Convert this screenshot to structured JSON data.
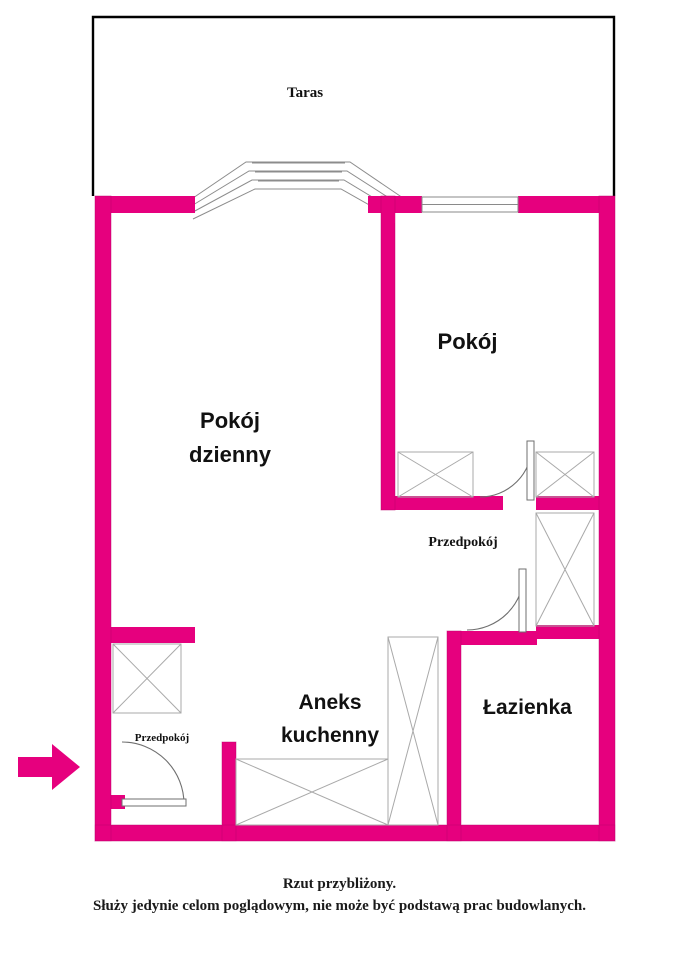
{
  "document": {
    "type": "floor-plan",
    "language": "pl"
  },
  "colors": {
    "wall": "#E6007E",
    "wall_edge": "#C4006B",
    "terrace_outline": "#000000",
    "fixture_line": "#9a9a9a",
    "door_line": "#6f6f6f",
    "text": "#111111",
    "background": "#FFFFFF",
    "entry_arrow": "#E6007E"
  },
  "rooms": [
    {
      "id": "taras",
      "label": "Taras"
    },
    {
      "id": "pokoj_dzienny",
      "label": "Pokój\ndzienny"
    },
    {
      "id": "pokoj",
      "label": "Pokój"
    },
    {
      "id": "przedpokoj_main",
      "label": "Przedpokój"
    },
    {
      "id": "przedpokoj_entry",
      "label": "Przedpokój"
    },
    {
      "id": "aneks_kuchenny",
      "label": "Aneks\nkuchenny"
    },
    {
      "id": "lazienka",
      "label": "Łazienka"
    }
  ],
  "labels": {
    "taras": "Taras",
    "pokoj_dzienny": "Pokój\ndzienny",
    "pokoj": "Pokój",
    "przedpokoj_main": "Przedpokój",
    "przedpokoj_entry": "Przedpokój",
    "aneks_kuchenny": "Aneks\nkuchenny",
    "lazienka": "Łazienka"
  },
  "caption": {
    "line1": "Rzut przybliżony.",
    "line2": "Służy jedynie celom poglądowym, nie może być podstawą prac budowlanych."
  },
  "annotations": {
    "entry_arrow_direction": "right",
    "entry_arrow_meaning": "wejście"
  },
  "features": {
    "windows": 2,
    "doors": 3,
    "closets": 5,
    "terrace_steps": 3
  }
}
